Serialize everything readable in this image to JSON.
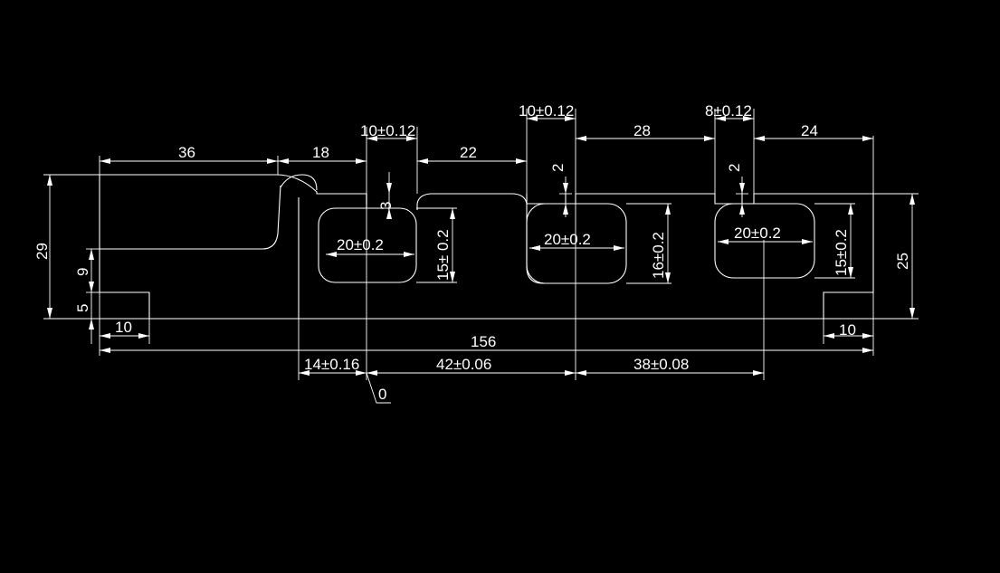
{
  "drawing": {
    "background": "#000000",
    "line_color": "#ffffff",
    "dimensions": {
      "top_36": "36",
      "top_18": "18",
      "slot1_width": "10±0.12",
      "top_22": "22",
      "slot2_width": "10±0.12",
      "slot2_depth": "2",
      "top_28": "28",
      "slot3_width": "8±0.12",
      "slot3_depth": "2",
      "top_24": "24",
      "slot1_depth": "3",
      "overall_height_left": "29",
      "overall_height_right": "25",
      "left_9": "9",
      "left_5": "5",
      "left_foot": "10",
      "right_foot": "10",
      "overall_length": "156",
      "window1_width": "20±0.2",
      "window1_height": "15± 0.2",
      "window2_width": "20±0.2",
      "window2_height": "16±0.2",
      "window3_width": "20±0.2",
      "window3_height": "15±0.2",
      "base_14": "14±0.16",
      "base_42": "42±0.06",
      "base_38": "38±0.08",
      "datum_zero": "0"
    }
  }
}
